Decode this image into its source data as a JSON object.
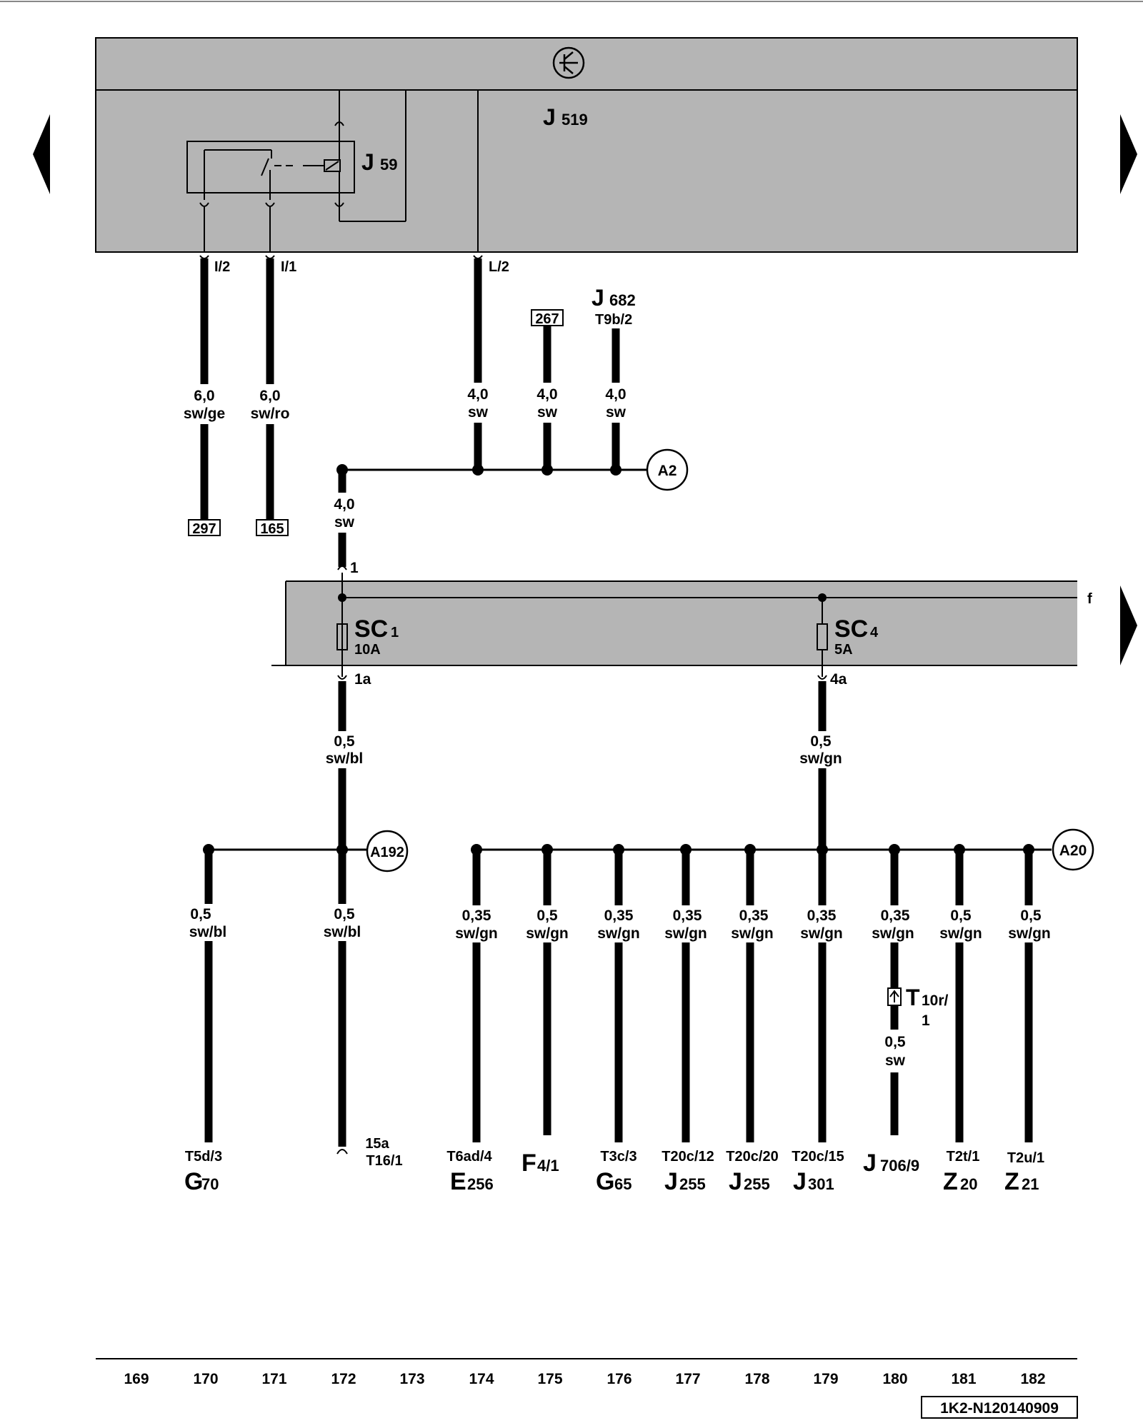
{
  "control_unit": {
    "id_main": "J",
    "id_sub": "519"
  },
  "relay": {
    "id_main": "J",
    "id_sub": "59"
  },
  "pins_top": {
    "p1": "I/2",
    "p2": "I/1",
    "p3": "L/2"
  },
  "wires": {
    "w1_gauge": "6,0",
    "w1_color": "sw/ge",
    "w2_gauge": "6,0",
    "w2_color": "sw/ro",
    "w3_gauge": "4,0",
    "w3_color": "sw",
    "w4_gauge": "4,0",
    "w4_color": "sw",
    "w5_gauge": "4,0",
    "w5_color": "sw",
    "w6_gauge": "4,0",
    "w6_color": "sw",
    "w7_gauge": "0,5",
    "w7_color": "sw/bl",
    "w8_gauge": "0,5",
    "w8_color": "sw/gn"
  },
  "refs": {
    "r297": "297",
    "r165": "165",
    "r267": "267"
  },
  "j682": {
    "main": "J",
    "sub": "682",
    "pin": "T9b/2"
  },
  "connectors": {
    "a2": "A2",
    "a192": "A192",
    "a20": "A20"
  },
  "fuse_panel": {
    "in_pin": "1",
    "rail_label": "f",
    "sc1_main": "SC",
    "sc1_sub": "1",
    "sc1_rating": "10A",
    "sc1_out": "1a",
    "sc4_main": "SC",
    "sc4_sub": "4",
    "sc4_rating": "5A",
    "sc4_out": "4a"
  },
  "branches": [
    {
      "gauge": "0,5",
      "color": "sw/bl",
      "pin": "T5d/3",
      "comp_main": "G",
      "comp_sub": "70"
    },
    {
      "gauge": "0,5",
      "color": "sw/bl",
      "pin": "15a",
      "pin2": "T16/1",
      "comp_main": "",
      "comp_sub": ""
    },
    {
      "gauge": "0,35",
      "color": "sw/gn",
      "pin": "T6ad/4",
      "comp_main": "E",
      "comp_sub": "256"
    },
    {
      "gauge": "0,5",
      "color": "sw/gn",
      "pin": "",
      "comp_main": "F",
      "comp_sub": "4/1"
    },
    {
      "gauge": "0,35",
      "color": "sw/gn",
      "pin": "T3c/3",
      "comp_main": "G",
      "comp_sub": "65"
    },
    {
      "gauge": "0,35",
      "color": "sw/gn",
      "pin": "T20c/12",
      "comp_main": "J",
      "comp_sub": "255"
    },
    {
      "gauge": "0,35",
      "color": "sw/gn",
      "pin": "T20c/20",
      "comp_main": "J",
      "comp_sub": "255"
    },
    {
      "gauge": "0,35",
      "color": "sw/gn",
      "pin": "T20c/15",
      "comp_main": "J",
      "comp_sub": "301"
    },
    {
      "gauge": "0,35",
      "color": "sw/gn",
      "pin": "",
      "comp_main": "J",
      "comp_sub": "706/9"
    },
    {
      "gauge": "0,5",
      "color": "sw/gn",
      "pin": "T2t/1",
      "comp_main": "Z",
      "comp_sub": "20"
    },
    {
      "gauge": "0,5",
      "color": "sw/gn",
      "pin": "T2u/1",
      "comp_main": "Z",
      "comp_sub": "21"
    }
  ],
  "t10r": {
    "main": "T",
    "sub1": "10r/",
    "sub2": "1",
    "gauge": "0,5",
    "color": "sw"
  },
  "tracks": [
    "169",
    "170",
    "171",
    "172",
    "173",
    "174",
    "175",
    "176",
    "177",
    "178",
    "179",
    "180",
    "181",
    "182"
  ],
  "diagram_id": "1K2-N120140909"
}
